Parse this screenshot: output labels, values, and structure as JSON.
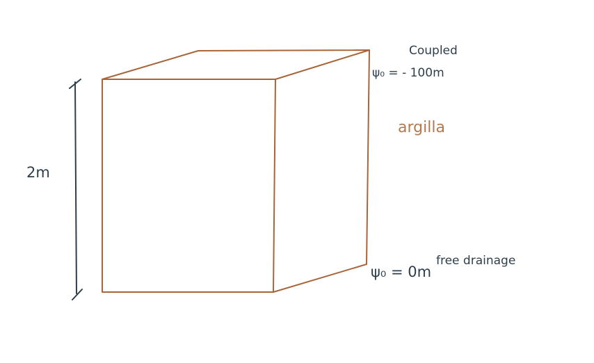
{
  "labels": {
    "height": "2m",
    "top_condition_type": "Coupled",
    "top_condition_value": "ψ₀ = - 100m",
    "material": "argilla",
    "bottom_condition_value": "ψ₀ = 0m",
    "bottom_condition_type": "free drainage"
  },
  "colors": {
    "background": "#ffffff",
    "cube_stroke": "#a8653a",
    "dimension_line": "#2e3f4c",
    "text_dark": "#2e3f4c",
    "material_text": "#b5794f"
  }
}
